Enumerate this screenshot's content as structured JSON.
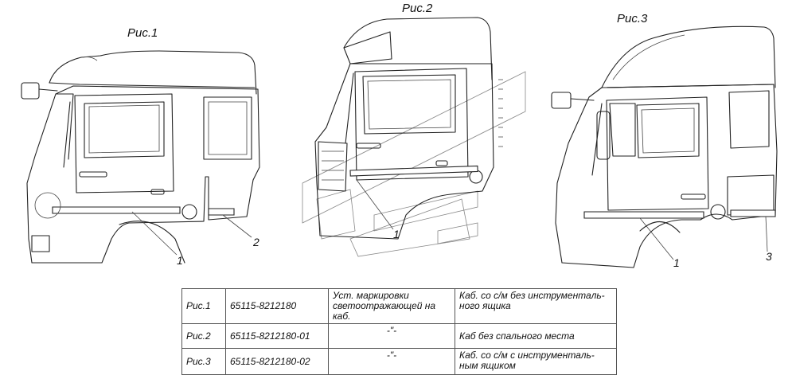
{
  "figures": [
    {
      "title": "Рис.1",
      "callouts": [
        "1",
        "2"
      ]
    },
    {
      "title": "Рис.2",
      "callouts": [
        "1"
      ]
    },
    {
      "title": "Рис.3",
      "callouts": [
        "1",
        "3"
      ]
    }
  ],
  "table": {
    "rows": [
      {
        "fig": "Рис.1",
        "code": "65115-8212180",
        "name": "Уст. маркировки светоотражающей на каб.",
        "note": "Каб. со с/м без инструменталь-ного ящика"
      },
      {
        "fig": "Рис.2",
        "code": "65115-8212180-01",
        "name": "-\"-",
        "note": "Каб без спального места"
      },
      {
        "fig": "Рис.3",
        "code": "65115-8212180-02",
        "name": "-\"-",
        "note": "Каб. со с/м с инструменталь-ным ящиком"
      }
    ]
  }
}
